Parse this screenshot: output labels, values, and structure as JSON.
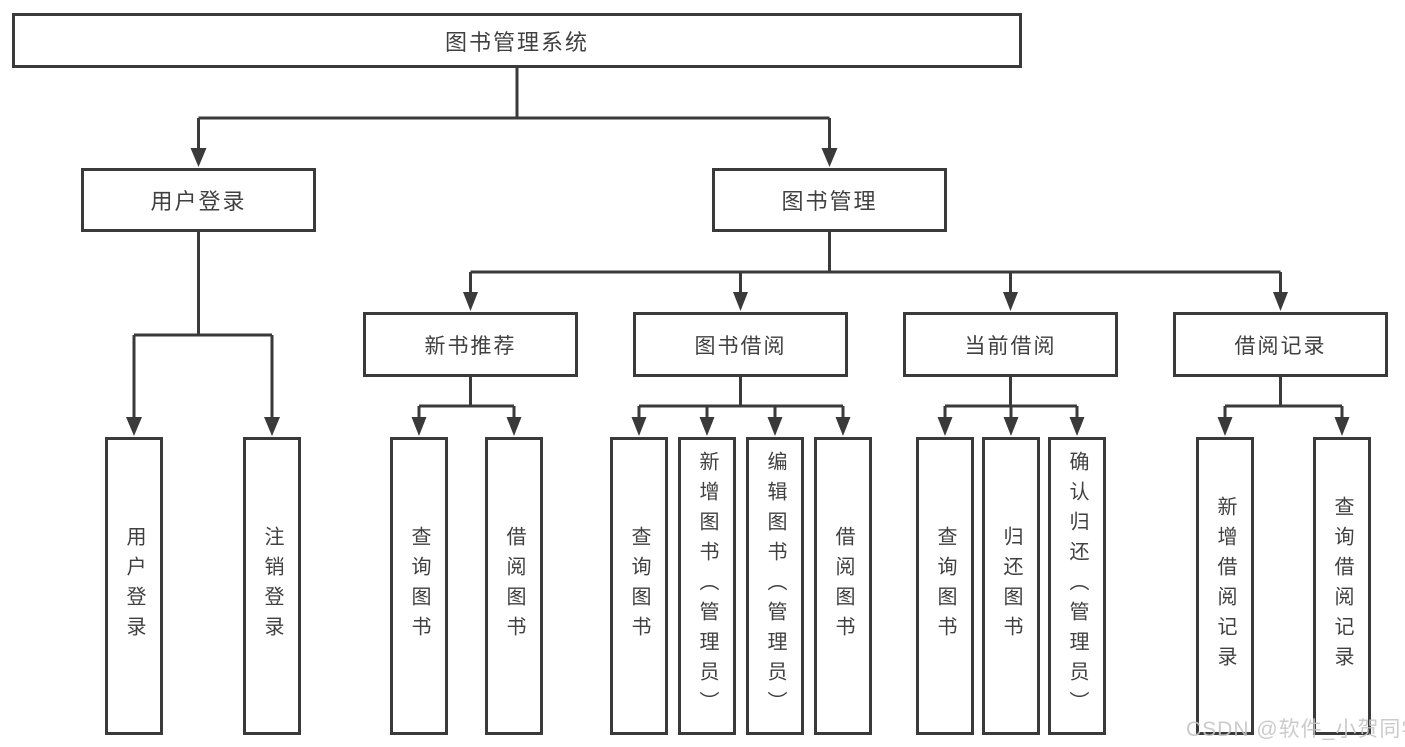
{
  "diagram": {
    "root": {
      "label": "图书管理系统"
    },
    "level1": [
      {
        "label": "用户登录"
      },
      {
        "label": "图书管理"
      }
    ],
    "level2": [
      {
        "label": "新书推荐"
      },
      {
        "label": "图书借阅"
      },
      {
        "label": "当前借阅"
      },
      {
        "label": "借阅记录"
      }
    ],
    "leaves": {
      "login": [
        "用户登录",
        "注销登录"
      ],
      "recommend": [
        "查询图书",
        "借阅图书"
      ],
      "borrow": [
        "查询图书",
        "新增图书（管理员）",
        "编辑图书（管理员）",
        "借阅图书"
      ],
      "current": [
        "查询图书",
        "归还图书",
        "确认归还（管理员）"
      ],
      "records": [
        "新增借阅记录",
        "查询借阅记录"
      ]
    },
    "watermark": "CSDN @软件_小贺同学"
  },
  "colors": {
    "line": "#3a3a3a",
    "text": "#404040",
    "watermark": "#c6c6c6"
  }
}
